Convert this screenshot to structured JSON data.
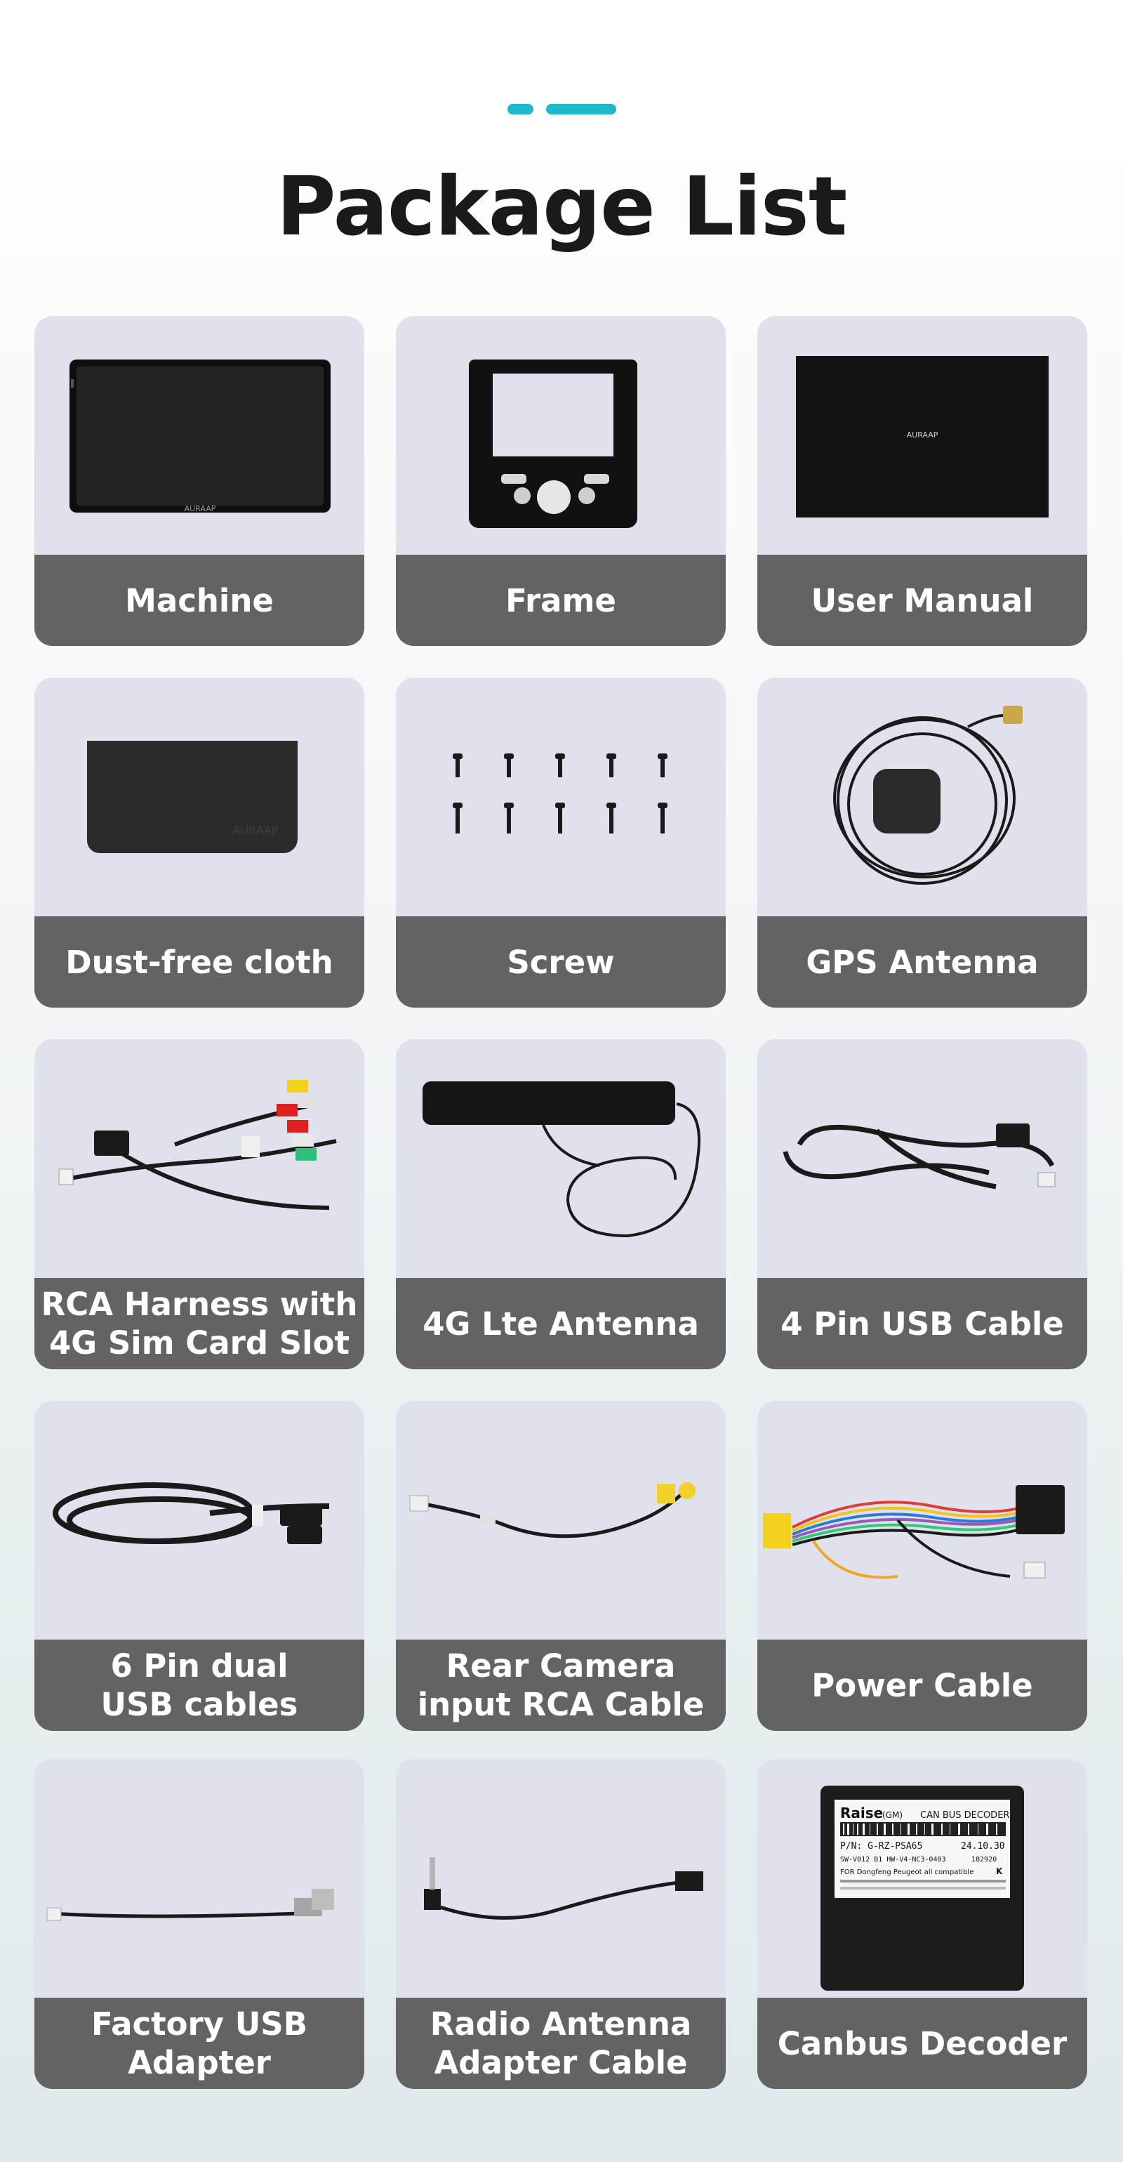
{
  "header": {
    "title": "Package List"
  },
  "colors": {
    "accent": "#1fb8cc",
    "label_bg": "#636363",
    "card_bg": "#dfe2ec",
    "title": "#1a1a1a"
  },
  "brand_mark": "AURAAP",
  "items": [
    {
      "label": "Machine",
      "icon": "car-stereo-screen-icon"
    },
    {
      "label": "Frame",
      "icon": "dashboard-frame-icon"
    },
    {
      "label": "User Manual",
      "icon": "manual-booklet-icon"
    },
    {
      "label": "Dust-free cloth",
      "icon": "cloth-pouch-icon"
    },
    {
      "label": "Screw",
      "icon": "screws-icon"
    },
    {
      "label": "GPS Antenna",
      "icon": "gps-antenna-icon"
    },
    {
      "label": "RCA Harness with\n4G Sim Card Slot",
      "icon": "rca-harness-icon"
    },
    {
      "label": "4G Lte Antenna",
      "icon": "lte-antenna-icon"
    },
    {
      "label": "4 Pin USB Cable",
      "icon": "usb-cable-icon"
    },
    {
      "label": "6 Pin dual\nUSB cables",
      "icon": "dual-usb-cable-icon"
    },
    {
      "label": "Rear Camera\ninput RCA Cable",
      "icon": "rca-camera-cable-icon"
    },
    {
      "label": "Power Cable",
      "icon": "power-cable-icon"
    },
    {
      "label": "Factory USB\nAdapter",
      "icon": "usb-adapter-icon"
    },
    {
      "label": "Radio Antenna\nAdapter Cable",
      "icon": "radio-antenna-cable-icon"
    },
    {
      "label": "Canbus Decoder",
      "icon": "canbus-decoder-icon"
    }
  ],
  "decoder_sticker": {
    "brand": "Raise",
    "brand_suffix": "(GM)",
    "heading": "CAN BUS DECODER",
    "line1": "P/N: G-RZ-PSA65",
    "line1_right": "24.10.30",
    "line2": "SW-V012 B1  HW-V4-NC3-0403",
    "line2_right": "182920",
    "line3": "FOR Dongfeng Peugeot all compatible",
    "line3_right": "K"
  }
}
